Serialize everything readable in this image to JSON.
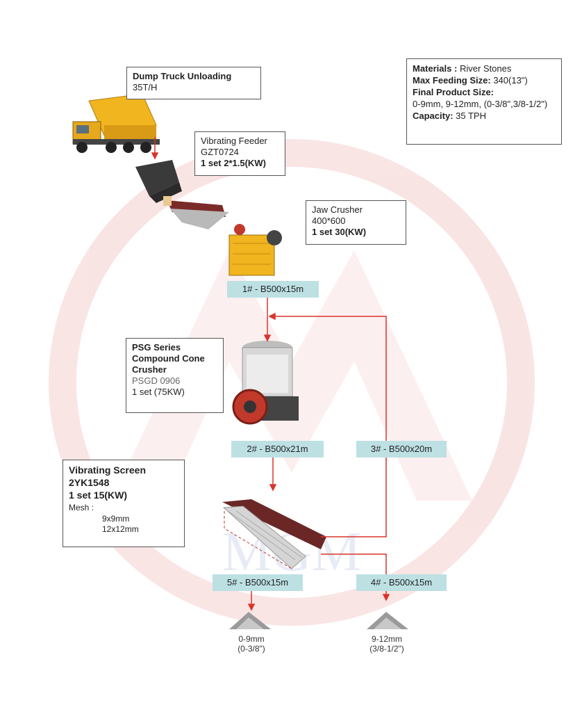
{
  "info": {
    "materials_label": "Materials :",
    "materials_value": "River Stones",
    "feed_label": "Max  Feeding Size:",
    "feed_value": "340(13\")",
    "final_label": "Final Product Size:",
    "final_value": "0-9mm, 9-12mm, (0-3/8\",3/8-1/2\")",
    "capacity_label": "Capacity:",
    "capacity_value": "35 TPH"
  },
  "truck": {
    "line1": "Dump Truck Unloading",
    "line2": "35T/H"
  },
  "feeder": {
    "line1": "Vibrating Feeder",
    "line2": "GZT0724",
    "line3": "1 set 2*1.5(KW)"
  },
  "jaw": {
    "line1": "Jaw Crusher",
    "line2": "400*600",
    "line3": "1 set 30(KW)"
  },
  "cone": {
    "line1": "PSG Series",
    "line2": "Compound Cone",
    "line3": "Crusher",
    "line4": "PSGD 0906",
    "line5": "1 set  (75KW)"
  },
  "screen": {
    "line1": "Vibrating Screen",
    "line2": "2YK1548",
    "line3": "1 set  15(KW)",
    "line4": "Mesh :",
    "line5": "9x9mm",
    "line6": "12x12mm"
  },
  "belts": {
    "b1": "1# - B500x15m",
    "b2": "2# - B500x21m",
    "b3": "3# - B500x20m",
    "b4": "4# - B500x15m",
    "b5": "5# - B500x15m"
  },
  "outputs": {
    "o1_line1": "0-9mm",
    "o1_line2": "(0-3/8\")",
    "o2_line1": "9-12mm",
    "o2_line2": "(3/8-1/2\")"
  },
  "watermark": "MGM",
  "colors": {
    "arrow": "#d9342b",
    "belt": "#bde0e3",
    "watermark": "#f3c9c9",
    "equipment": "#f0b51f"
  }
}
